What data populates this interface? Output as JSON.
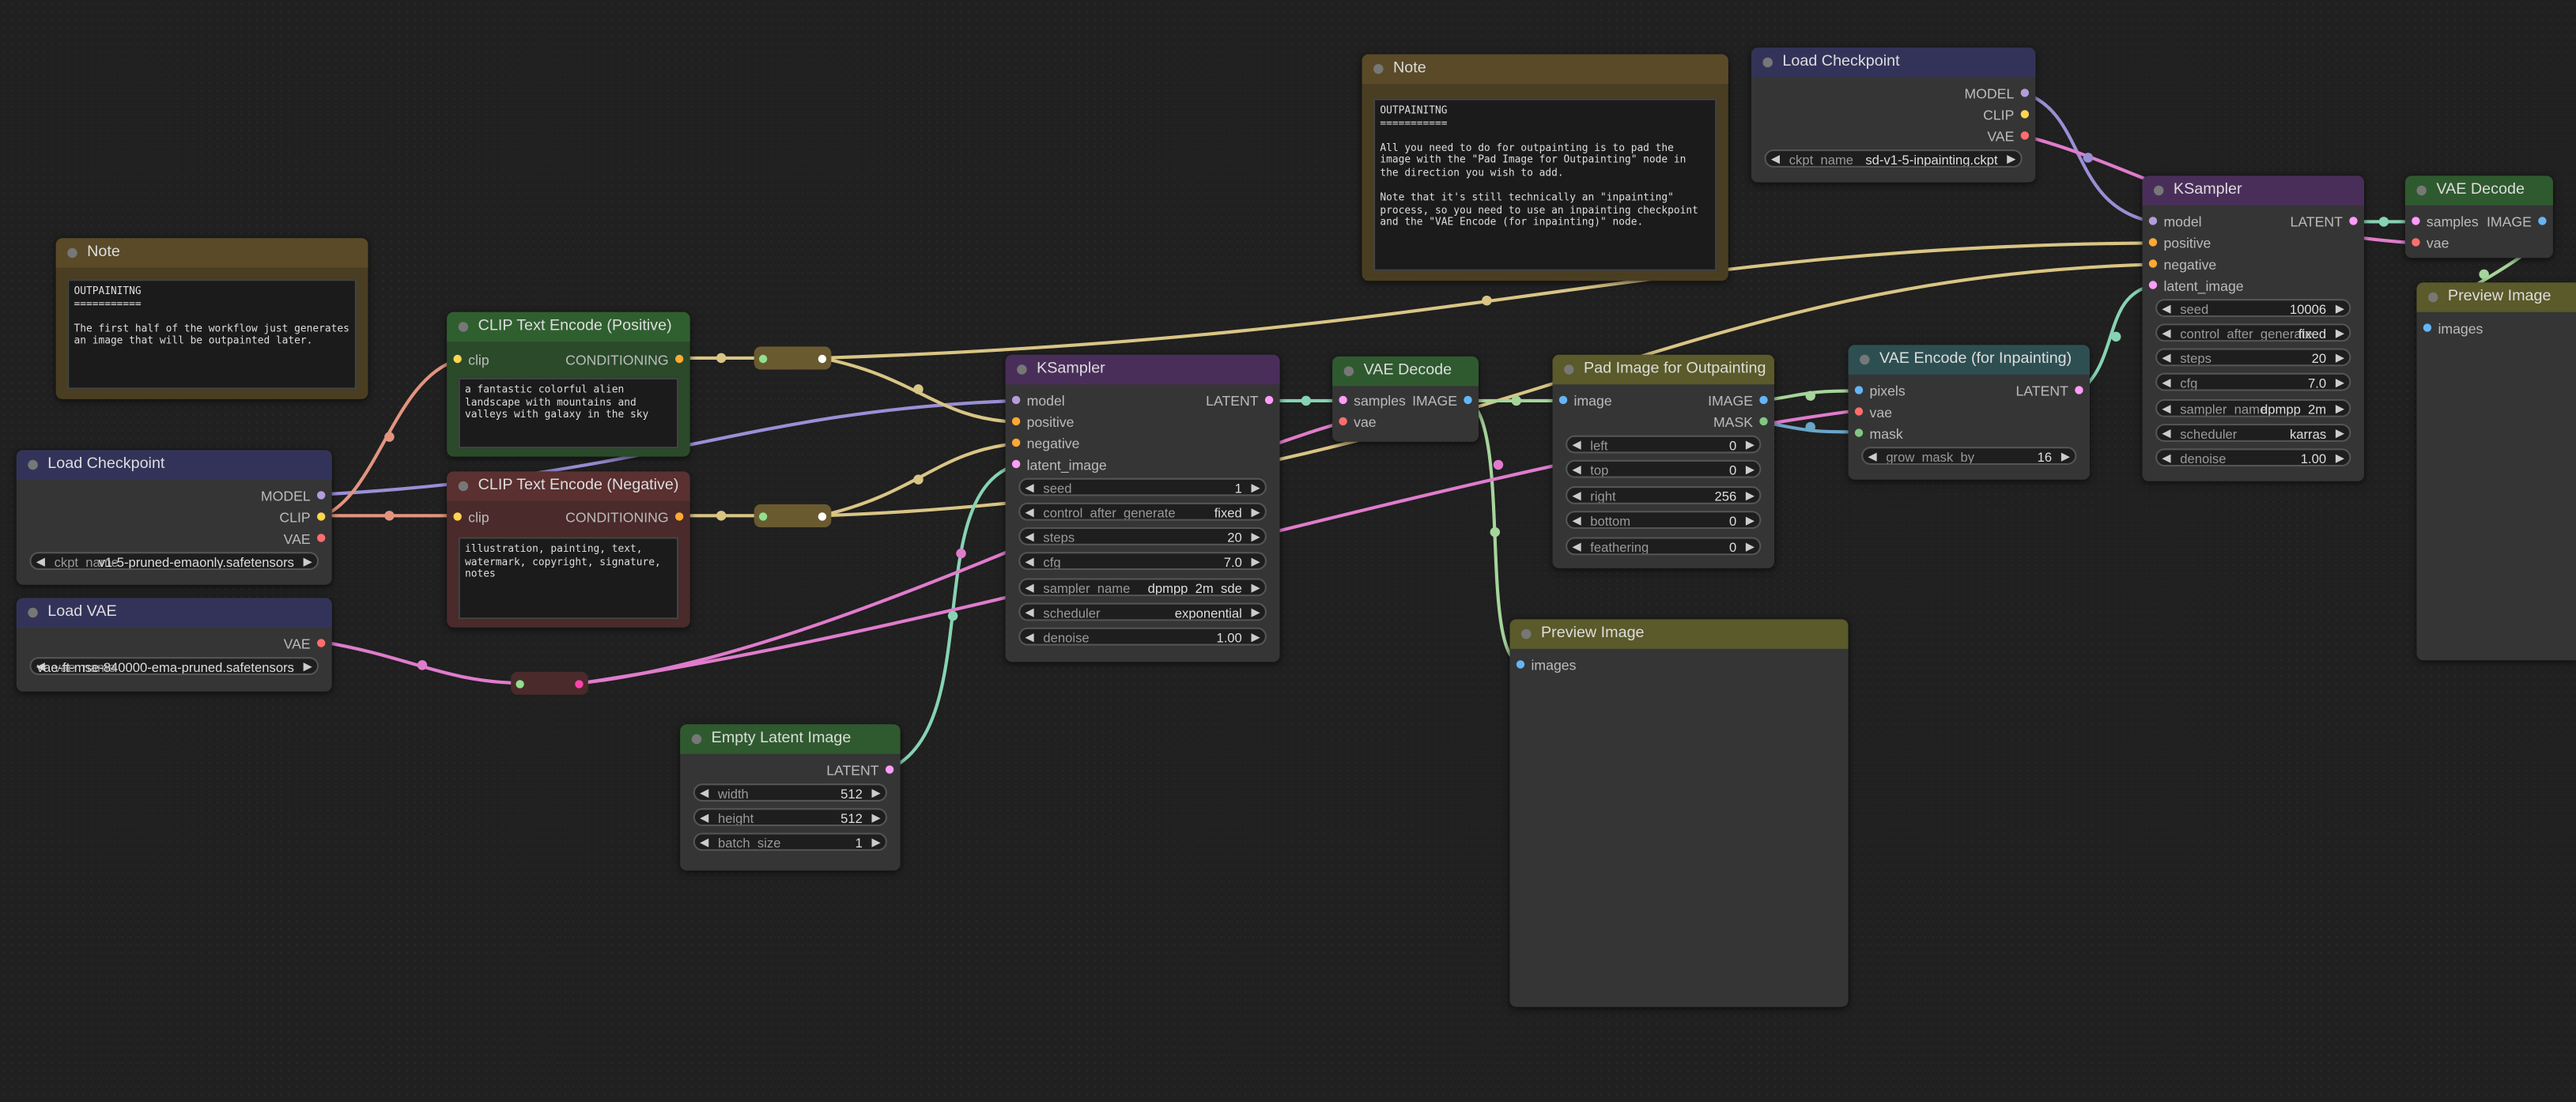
{
  "nodes": {
    "note1": {
      "title": "Note",
      "text": "OUTPAINITNG\n===========\n\nThe first half of the workflow just generates an image that will be outpainted later."
    },
    "note2": {
      "title": "Note",
      "text": "OUTPAINITNG\n===========\n\nAll you need to do for outpainting is to pad the image with the \"Pad Image for Outpainting\" node in the direction you wish to add.\n\nNote that it's still technically an \"inpainting\" process, so you need to use an inpainting checkpoint and the \"VAE Encode (for inpainting)\" node."
    },
    "load_ckpt1": {
      "title": "Load Checkpoint",
      "outputs": [
        "MODEL",
        "CLIP",
        "VAE"
      ],
      "ckpt_label": "ckpt_name",
      "ckpt_value": "v1-5-pruned-emaonly.safetensors"
    },
    "load_vae": {
      "title": "Load VAE",
      "output": "VAE",
      "vae_label": "vae_name",
      "vae_value": "vae-ft-mse-840000-ema-pruned.safetensors"
    },
    "clip_pos": {
      "title": "CLIP Text Encode (Positive)",
      "input": "clip",
      "output": "CONDITIONING",
      "text": "a fantastic colorful alien landscape with mountains and valleys with galaxy in the sky"
    },
    "clip_neg": {
      "title": "CLIP Text Encode (Negative)",
      "input": "clip",
      "output": "CONDITIONING",
      "text": "illustration, painting, text, watermark, copyright, signature, notes"
    },
    "ksampler1": {
      "title": "KSampler",
      "inputs": [
        "model",
        "positive",
        "negative",
        "latent_image"
      ],
      "output": "LATENT",
      "widgets": [
        {
          "label": "seed",
          "value": "1"
        },
        {
          "label": "control_after_generate",
          "value": "fixed"
        },
        {
          "label": "steps",
          "value": "20"
        },
        {
          "label": "cfg",
          "value": "7.0"
        },
        {
          "label": "sampler_name",
          "value": "dpmpp_2m_sde"
        },
        {
          "label": "scheduler",
          "value": "exponential"
        },
        {
          "label": "denoise",
          "value": "1.00"
        }
      ]
    },
    "empty_latent": {
      "title": "Empty Latent Image",
      "output": "LATENT",
      "widgets": [
        {
          "label": "width",
          "value": "512"
        },
        {
          "label": "height",
          "value": "512"
        },
        {
          "label": "batch_size",
          "value": "1"
        }
      ]
    },
    "vae_decode1": {
      "title": "VAE Decode",
      "inputs": [
        "samples",
        "vae"
      ],
      "output": "IMAGE"
    },
    "pad_image": {
      "title": "Pad Image for Outpainting",
      "input": "image",
      "outputs": [
        "IMAGE",
        "MASK"
      ],
      "widgets": [
        {
          "label": "left",
          "value": "0"
        },
        {
          "label": "top",
          "value": "0"
        },
        {
          "label": "right",
          "value": "256"
        },
        {
          "label": "bottom",
          "value": "0"
        },
        {
          "label": "feathering",
          "value": "0"
        }
      ]
    },
    "preview1": {
      "title": "Preview Image",
      "input": "images"
    },
    "load_ckpt2": {
      "title": "Load Checkpoint",
      "outputs": [
        "MODEL",
        "CLIP",
        "VAE"
      ],
      "ckpt_label": "ckpt_name",
      "ckpt_value": "sd-v1-5-inpainting.ckpt"
    },
    "vae_encode": {
      "title": "VAE Encode (for Inpainting)",
      "inputs": [
        "pixels",
        "vae",
        "mask"
      ],
      "output": "LATENT",
      "widgets": [
        {
          "label": "grow_mask_by",
          "value": "16"
        }
      ]
    },
    "ksampler2": {
      "title": "KSampler",
      "inputs": [
        "model",
        "positive",
        "negative",
        "latent_image"
      ],
      "output": "LATENT",
      "widgets": [
        {
          "label": "seed",
          "value": "10006"
        },
        {
          "label": "control_after_generate",
          "value": "fixed"
        },
        {
          "label": "steps",
          "value": "20"
        },
        {
          "label": "cfg",
          "value": "7.0"
        },
        {
          "label": "sampler_name",
          "value": "dpmpp_2m"
        },
        {
          "label": "scheduler",
          "value": "karras"
        },
        {
          "label": "denoise",
          "value": "1.00"
        }
      ]
    },
    "vae_decode2": {
      "title": "VAE Decode",
      "inputs": [
        "samples",
        "vae"
      ],
      "output": "IMAGE"
    },
    "preview2": {
      "title": "Preview Image",
      "input": "images"
    }
  },
  "colors": {
    "model": "#b39ddb",
    "clip": "#ffd54f",
    "vae": "#ff6e6e",
    "conditioning": "#ffa931",
    "latent": "#ff9cf9",
    "image": "#64b5f6",
    "mask": "#81c784",
    "link_model": "#b39ddb",
    "link_clip": "#f3a28d",
    "link_cond": "#d8c48a",
    "link_latent": "#8fd3b8",
    "link_image": "#a8d8a0",
    "link_vae": "#e47fd0"
  }
}
